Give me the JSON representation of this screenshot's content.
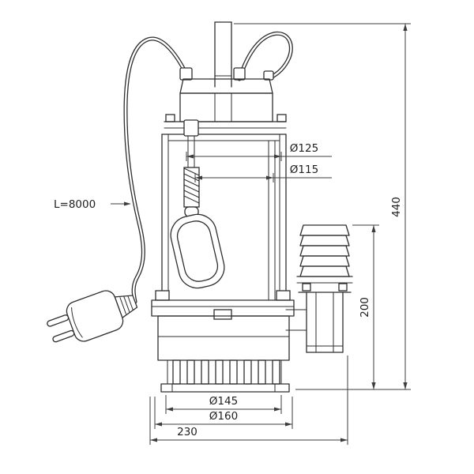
{
  "page": {
    "background": "#ffffff"
  },
  "drawing": {
    "line_color": "#2e2e2e",
    "dim_color": "#3c3c3c",
    "labels": {
      "cable_length": "L=8000",
      "dia_top_outer": "Ø125",
      "dia_top_inner": "Ø115",
      "dia_strainer": "Ø145",
      "dia_base": "Ø160",
      "overall_width": "230",
      "overall_height": "440",
      "discharge_height": "200"
    }
  }
}
